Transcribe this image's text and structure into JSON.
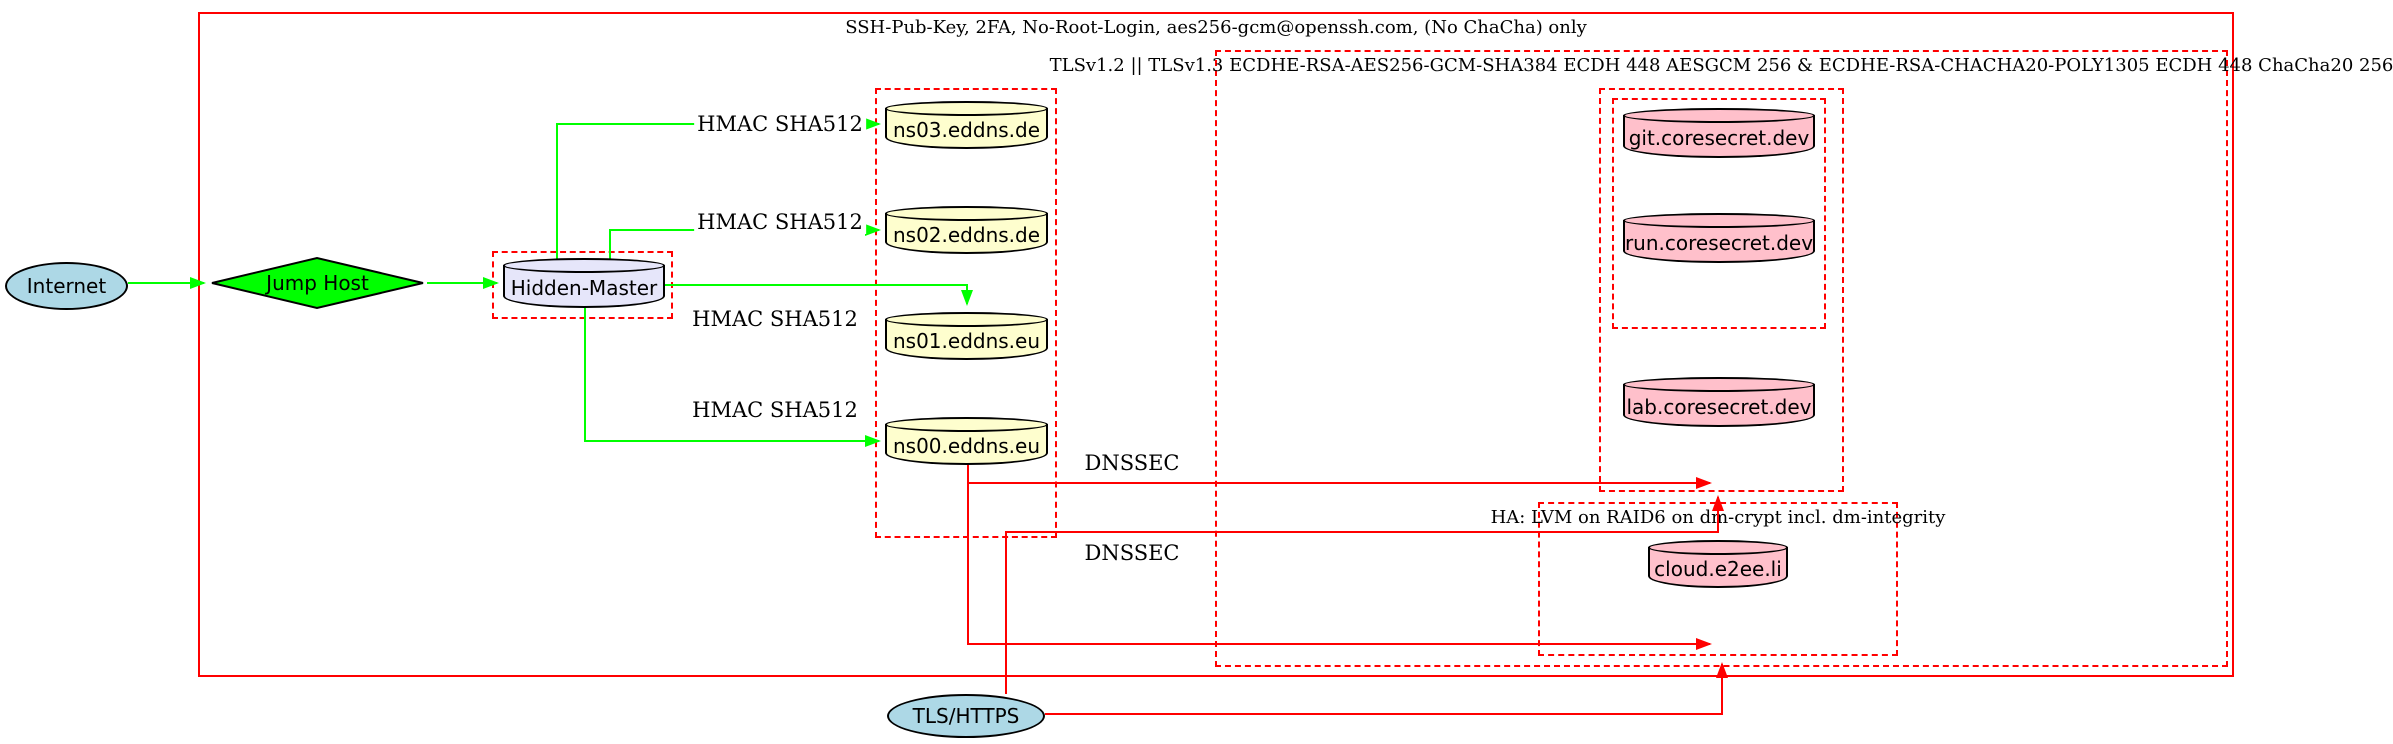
{
  "clusters": {
    "ssh": {
      "label": "SSH-Pub-Key, 2FA, No-Root-Login, aes256-gcm@openssh.com, (No ChaCha) only"
    },
    "tls": {
      "label": "TLSv1.2 || TLSv1.3 ECDHE-RSA-AES256-GCM-SHA384 ECDH 448 AESGCM 256 & ECDHE-RSA-CHACHA20-POLY1305 ECDH 448 ChaCha20 256"
    },
    "ha": {
      "label": "HA: LVM on RAID6 on dm-crypt incl. dm-integrity"
    }
  },
  "nodes": {
    "internet": {
      "label": "Internet",
      "shape": "ellipse",
      "fill": "#add8e6"
    },
    "jump_host": {
      "label": "Jump Host",
      "shape": "diamond",
      "fill": "#00ff00"
    },
    "hidden_master": {
      "label": "Hidden-Master",
      "shape": "cylinder",
      "fill": "#e6e6fa"
    },
    "ns03": {
      "label": "ns03.eddns.de",
      "shape": "cylinder",
      "fill": "#fefece"
    },
    "ns02": {
      "label": "ns02.eddns.de",
      "shape": "cylinder",
      "fill": "#fefece"
    },
    "ns01": {
      "label": "ns01.eddns.eu",
      "shape": "cylinder",
      "fill": "#fefece"
    },
    "ns00": {
      "label": "ns00.eddns.eu",
      "shape": "cylinder",
      "fill": "#fefece"
    },
    "git": {
      "label": "git.coresecret.dev",
      "shape": "cylinder",
      "fill": "#ffc0cb"
    },
    "run": {
      "label": "run.coresecret.dev",
      "shape": "cylinder",
      "fill": "#ffc0cb"
    },
    "lab": {
      "label": "lab.coresecret.dev",
      "shape": "cylinder",
      "fill": "#ffc0cb"
    },
    "cloud": {
      "label": "cloud.e2ee.li",
      "shape": "cylinder",
      "fill": "#ffc0cb"
    },
    "tls_https": {
      "label": "TLS/HTTPS",
      "shape": "ellipse",
      "fill": "#add8e6"
    }
  },
  "edge_labels": {
    "hmac_ns03": "HMAC SHA512",
    "hmac_ns02": "HMAC SHA512",
    "hmac_ns01": "HMAC SHA512",
    "hmac_ns00": "HMAC SHA512",
    "dnssec_1": "DNSSEC",
    "dnssec_2": "DNSSEC"
  },
  "colors": {
    "edge_green": "#00ff00",
    "edge_red": "#ff0000",
    "cluster_border": "#ff0000",
    "node_border": "#000000",
    "fill_lightblue": "#add8e6",
    "fill_green": "#00ff00",
    "fill_lavender": "#e6e6fa",
    "fill_lightyellow": "#fefece",
    "fill_pink": "#ffc0cb"
  }
}
